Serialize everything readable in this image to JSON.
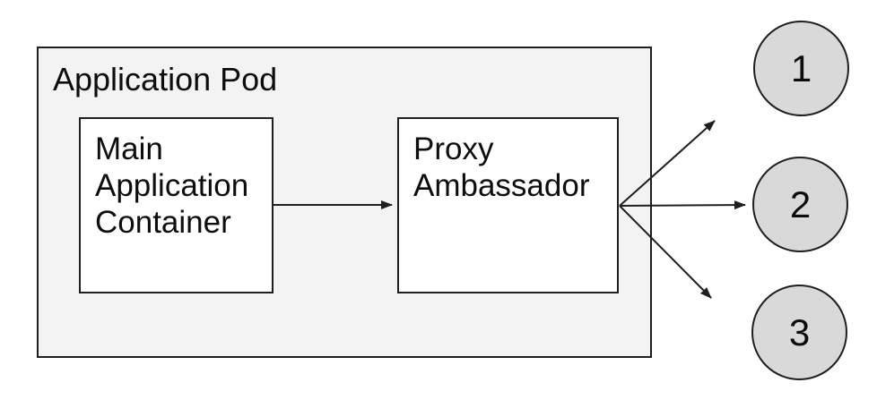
{
  "colors": {
    "canvas-bg": "#ffffff",
    "pod-fill": "#f3f3f3",
    "node-fill": "#ffffff",
    "endpoint-fill": "#d9d9d9",
    "stroke": "#1f1f1f",
    "text": "#0d0d0d"
  },
  "diagram": {
    "pod": {
      "label": "Application Pod"
    },
    "nodes": [
      {
        "id": "main-application-container",
        "label": "Main Application Container"
      },
      {
        "id": "proxy-ambassador",
        "label": "Proxy Ambassador"
      }
    ],
    "endpoints": [
      {
        "label": "1"
      },
      {
        "label": "2"
      },
      {
        "label": "3"
      }
    ]
  }
}
